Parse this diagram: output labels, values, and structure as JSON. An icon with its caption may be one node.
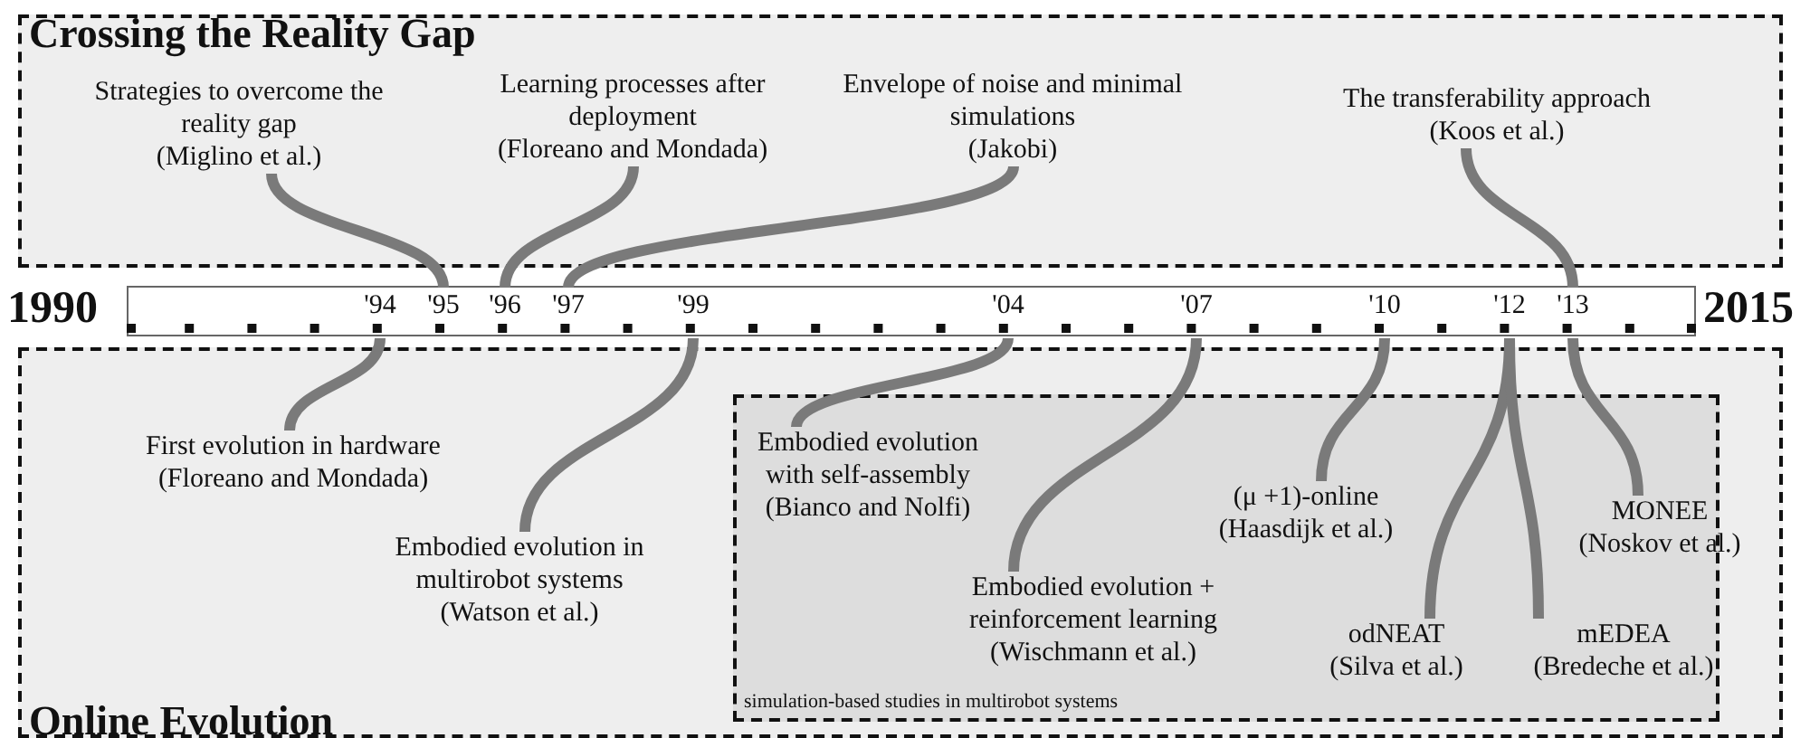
{
  "diagram": {
    "nodes": [
      {
        "text": [
          "Crossing the Reality Gap"
        ]
      },
      {
        "text": [
          "Strategies to overcome the reality gap",
          "(Miglino et al.)"
        ],
        "in": 0
      },
      {
        "text": [
          "Learning processes after deployment",
          "(Floreano and Mondada)"
        ],
        "in": 0
      },
      {
        "text": [
          "Envelope of noise and minimal simulations",
          "(Jakobi)"
        ],
        "in": 0
      },
      {
        "text": [
          "The transferability approach",
          "(Koos et al.)"
        ],
        "in": 0
      },
      {
        "text": [],
        "shape": "bar",
        "beside": [
          "1990",
          "2015"
        ]
      },
      {
        "text": [
          "'94"
        ],
        "in": 5
      },
      {
        "text": [
          "'95"
        ],
        "in": 5
      },
      {
        "text": [
          "'96"
        ],
        "in": 5
      },
      {
        "text": [
          "'97"
        ],
        "in": 5
      },
      {
        "text": [
          "'99"
        ],
        "in": 5
      },
      {
        "text": [
          "'04"
        ],
        "in": 5
      },
      {
        "text": [
          "'07"
        ],
        "in": 5
      },
      {
        "text": [
          "'10"
        ],
        "in": 5
      },
      {
        "text": [
          "'12"
        ],
        "in": 5
      },
      {
        "text": [
          "'13"
        ],
        "in": 5
      },
      {
        "text": [
          "Online Evolution"
        ]
      },
      {
        "text": [
          "First evolution in hardware",
          "(Floreano and Mondada)"
        ],
        "in": 16
      },
      {
        "text": [
          "Embodied evolution in multirobot systems",
          "(Watson et al.)"
        ],
        "in": 16
      },
      {
        "text": [
          "simulation-based studies in multirobot systems"
        ],
        "in": 16
      },
      {
        "text": [
          "Embodied evolution with self-assembly",
          "(Bianco and Nolfi)"
        ],
        "in": 19
      },
      {
        "text": [
          "Embodied evolution + reinforcement learning",
          "(Wischmann et al.)"
        ],
        "in": 19
      },
      {
        "text": [
          "(μ +1)-online",
          "(Haasdijk et al.)"
        ],
        "in": 19
      },
      {
        "text": [
          "MONEE",
          "(Noskov et al.)"
        ],
        "in": 19
      },
      {
        "text": [
          "odNEAT",
          "(Silva et al.)"
        ],
        "in": 19
      },
      {
        "text": [
          "mEDEA",
          "(Bredeche et al.)"
        ],
        "in": 19
      }
    ],
    "edges": [
      {
        "from": 1,
        "to": 7,
        "arrow": "none"
      },
      {
        "from": 2,
        "to": 8,
        "arrow": "none"
      },
      {
        "from": 3,
        "to": 9,
        "arrow": "none"
      },
      {
        "from": 4,
        "to": 15,
        "arrow": "none"
      },
      {
        "from": 17,
        "to": 6,
        "arrow": "none"
      },
      {
        "from": 18,
        "to": 10,
        "arrow": "none"
      },
      {
        "from": 20,
        "to": 11,
        "arrow": "none"
      },
      {
        "from": 21,
        "to": 12,
        "arrow": "none"
      },
      {
        "from": 22,
        "to": 13,
        "arrow": "none"
      },
      {
        "from": 24,
        "to": 14,
        "arrow": "none"
      },
      {
        "from": 25,
        "to": 14,
        "arrow": "none"
      },
      {
        "from": 23,
        "to": 15,
        "arrow": "none"
      }
    ]
  }
}
